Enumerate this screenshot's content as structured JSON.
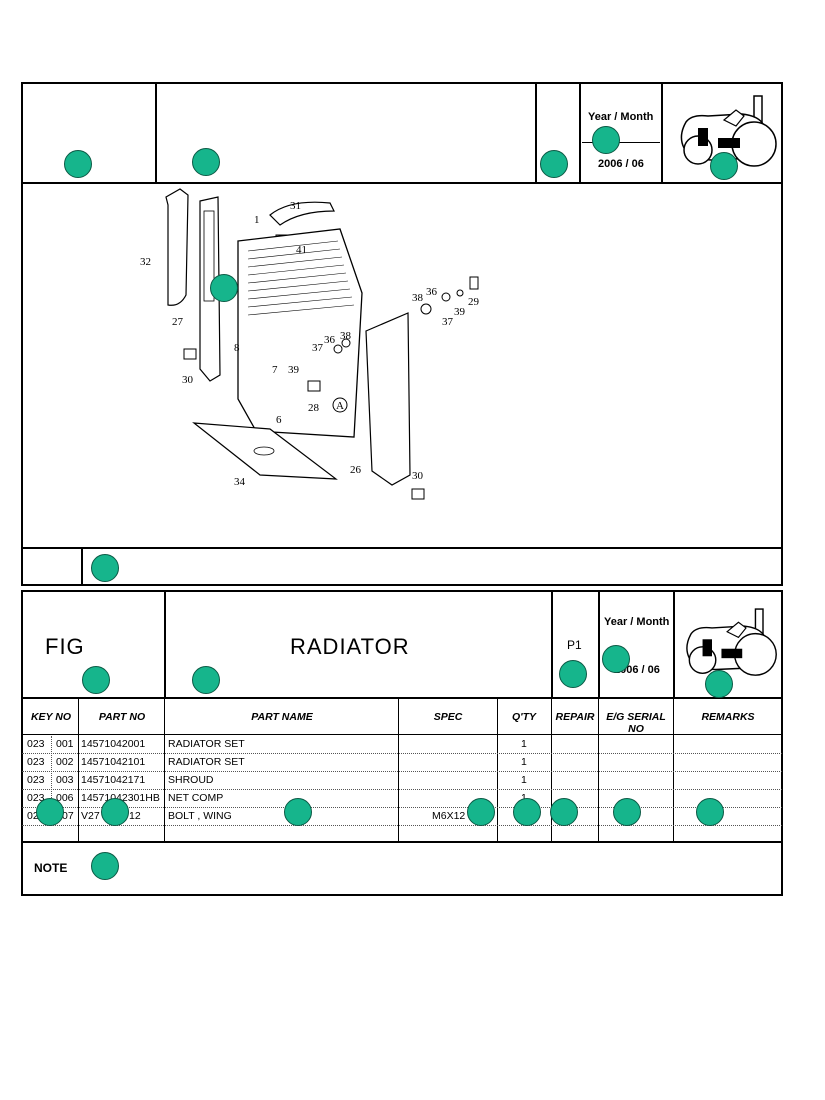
{
  "header_top": {
    "year_month_label": "Year / Month",
    "year_month_value": "2006 / 06"
  },
  "diagram": {
    "callouts": [
      "31",
      "1",
      "41",
      "32",
      "38",
      "36",
      "29",
      "39",
      "37",
      "27",
      "8",
      "36",
      "38",
      "37",
      "30",
      "7",
      "39",
      "28",
      "A",
      "6",
      "34",
      "26",
      "30"
    ]
  },
  "header_bottom": {
    "fig_label": "FIG",
    "title": "RADIATOR",
    "page": "P1",
    "year_month_label": "Year / Month",
    "year_month_value": "2006 / 06"
  },
  "table": {
    "columns": [
      "KEY NO",
      "PART NO",
      "PART NAME",
      "SPEC",
      "Q'TY",
      "REPAIR",
      "E/G SERIAL NO",
      "REMARKS"
    ],
    "rows": [
      {
        "key_a": "023",
        "key_b": "001",
        "part_no": "14571042001",
        "name": "RADIATOR SET",
        "spec": "",
        "qty": "1"
      },
      {
        "key_a": "023",
        "key_b": "002",
        "part_no": "14571042101",
        "name": "RADIATOR SET",
        "spec": "",
        "qty": "1"
      },
      {
        "key_a": "023",
        "key_b": "003",
        "part_no": "14571042171",
        "name": "SHROUD",
        "spec": "",
        "qty": "1"
      },
      {
        "key_a": "023",
        "key_b": "006",
        "part_no": "14571042301HB",
        "name": "NET COMP",
        "spec": "",
        "qty": "1"
      },
      {
        "key_a": "02",
        "key_b": "07",
        "part_no": "V27",
        "part_no_tail": "12",
        "name": "BOLT , WING",
        "spec": "M6X12",
        "qty": ""
      }
    ]
  },
  "note_label": "NOTE",
  "colors": {
    "marker": "#16b58c",
    "line": "#000000"
  },
  "icons": [
    "tractor-icon"
  ]
}
